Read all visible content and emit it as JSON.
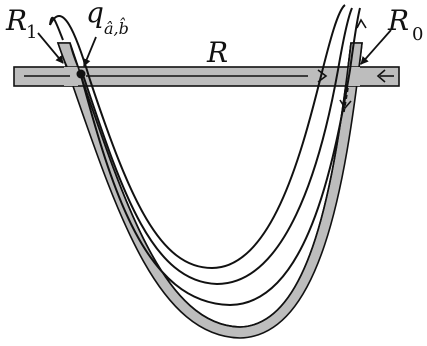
{
  "labels": {
    "r1": "R",
    "r1_sub": "1",
    "q": "q",
    "q_sub": "â,b̂",
    "r": "R",
    "r0": "R",
    "r0_sub": "0"
  },
  "colors": {
    "band_fill": "#bdbdbd",
    "stroke": "#111111",
    "background": "#ffffff"
  },
  "icons": {
    "point": "filled-dot",
    "arrows": "chevron-arrows"
  }
}
